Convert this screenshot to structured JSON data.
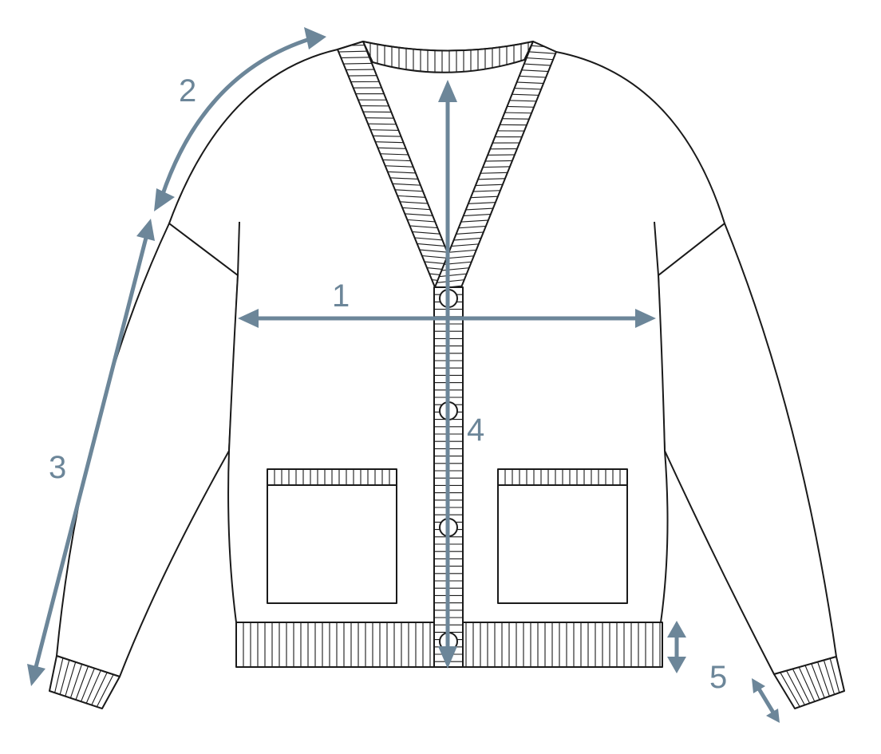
{
  "colors": {
    "accent": "#6c8699",
    "outline": "#1a1a1a",
    "background": "#ffffff"
  },
  "measurements": [
    {
      "id": "chest-width",
      "label": "1"
    },
    {
      "id": "shoulder",
      "label": "2"
    },
    {
      "id": "sleeve-length",
      "label": "3"
    },
    {
      "id": "body-length",
      "label": "4"
    },
    {
      "id": "cuff-width",
      "label": "5"
    }
  ],
  "garment": {
    "buttons": 4,
    "pockets": 2
  }
}
